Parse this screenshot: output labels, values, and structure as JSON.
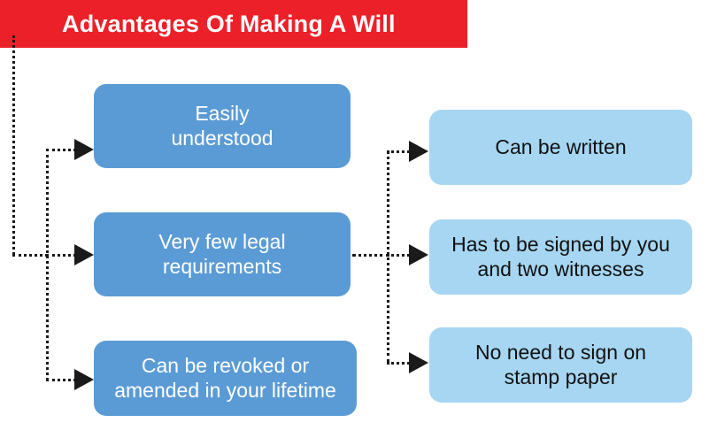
{
  "header": {
    "title": "Advantages Of Making A Will",
    "banner_color": "#EC2028",
    "title_color": "#FFFFFF"
  },
  "theme": {
    "primary_box_color": "#5B9BD5",
    "secondary_box_color": "#A6D6F2",
    "primary_text_color": "#FFFFFF",
    "secondary_text_color": "#111111",
    "connector_color": "#1A1A1A",
    "background_color": "#FFFFFF"
  },
  "diagram": {
    "primary_nodes": [
      {
        "id": "easily-understood",
        "line1": "Easily",
        "line2": "understood"
      },
      {
        "id": "few-requirements",
        "line1": "Very few legal",
        "line2": "requirements"
      },
      {
        "id": "revocable",
        "line1": "Can be revoked or",
        "line2": "amended in your lifetime"
      }
    ],
    "secondary_nodes": [
      {
        "id": "can-be-written",
        "line1": "Can be written",
        "line2": ""
      },
      {
        "id": "signed-witnesses",
        "line1": "Has to be signed by you",
        "line2": "and two witnesses"
      },
      {
        "id": "no-stamp-paper",
        "line1": "No need to sign on",
        "line2": "stamp paper"
      }
    ]
  }
}
